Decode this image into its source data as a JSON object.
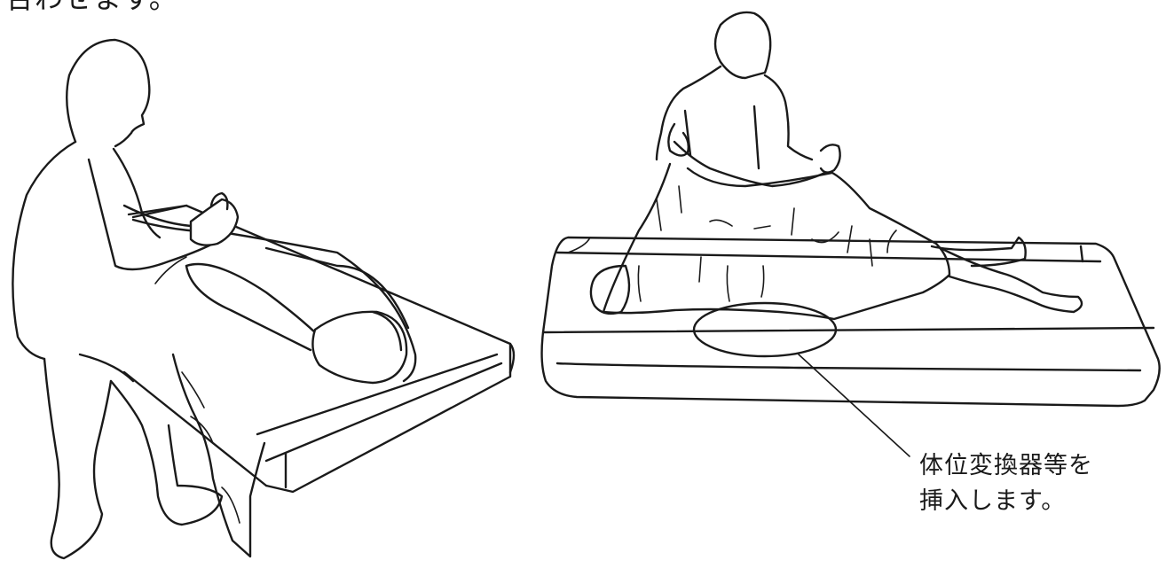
{
  "top_caption": "合わせます。",
  "callout": {
    "line1": "体位変換器等を",
    "line2": "挿入します。"
  }
}
